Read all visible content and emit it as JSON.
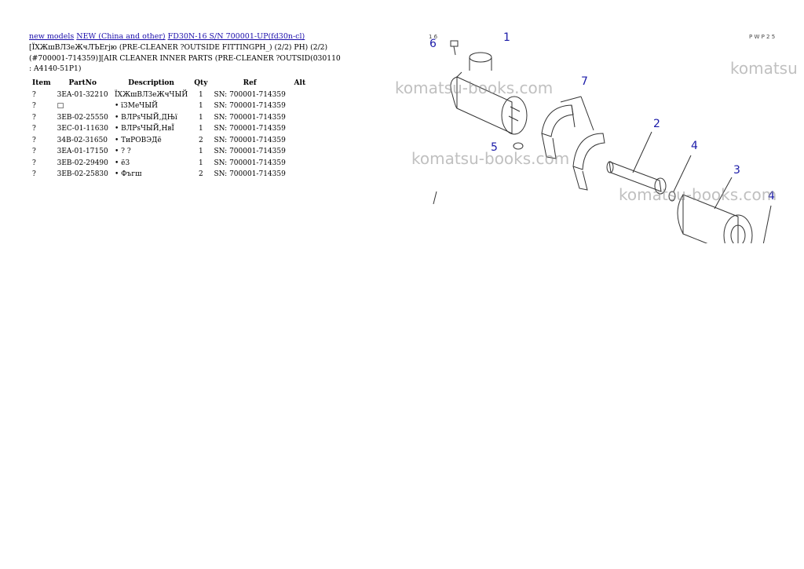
{
  "breadcrumb": [
    {
      "label": "new models"
    },
    {
      "label": "NEW (China and other)"
    },
    {
      "label": "FD30N-16 S/N 700001-UP(fd30n-cl)"
    }
  ],
  "heading": "[ЇХЖшВЛЗеЖчЛЪЕгјю (PRE-CLEANER ?OUTSIDE FITTINGPH_) (2/2) PH) (2/2)(#700001-714359)][AIR CLEANER INNER PARTS (PRE-CLEANER ?OUTSID(030110 : A4140-51P1)",
  "table": {
    "headers": [
      "Item",
      "PartNo",
      "Description",
      "Qty",
      "Ref",
      "Alt"
    ],
    "rows": [
      {
        "item": "?",
        "part": "3EA-01-32210",
        "desc": "ЇХЖшВЛЗеЖчЧЫЙ",
        "qty": "1",
        "ref": "SN: 700001-714359",
        "alt": ""
      },
      {
        "item": "?",
        "part": "□",
        "desc": "• ї3МеЧЫЙ",
        "qty": "1",
        "ref": "SN: 700001-714359",
        "alt": ""
      },
      {
        "item": "?",
        "part": "3EB-02-25550",
        "desc": "• ВЛРѕЧЫЙ,ДЊї",
        "qty": "1",
        "ref": "SN: 700001-714359",
        "alt": ""
      },
      {
        "item": "?",
        "part": "3EC-01-11630",
        "desc": "• ВЛРѕЧЫЙ,НвЇ",
        "qty": "1",
        "ref": "SN: 700001-714359",
        "alt": ""
      },
      {
        "item": "?",
        "part": "34B-02-31650",
        "desc": "• ТиРОВЭДё",
        "qty": "2",
        "ref": "SN: 700001-714359",
        "alt": ""
      },
      {
        "item": "?",
        "part": "3EA-01-17150",
        "desc": "• ? ?",
        "qty": "1",
        "ref": "SN: 700001-714359",
        "alt": ""
      },
      {
        "item": "?",
        "part": "3EB-02-29490",
        "desc": "• ё3",
        "qty": "1",
        "ref": "SN: 700001-714359",
        "alt": ""
      },
      {
        "item": "?",
        "part": "3EB-02-25830",
        "desc": "• Фъгш",
        "qty": "2",
        "ref": "SN: 700001-714359",
        "alt": ""
      }
    ]
  },
  "diagram": {
    "callouts": [
      "1",
      "6",
      "7",
      "5",
      "2",
      "4",
      "3",
      "4"
    ],
    "code": "P W P 2 5",
    "tag": "1 6",
    "line_color": "#333333",
    "callout_color": "#1a1aa8"
  },
  "watermarks": [
    "komatsu",
    "komatsu-books.com",
    "komatsu-books.com",
    "komatsu-books.com"
  ]
}
